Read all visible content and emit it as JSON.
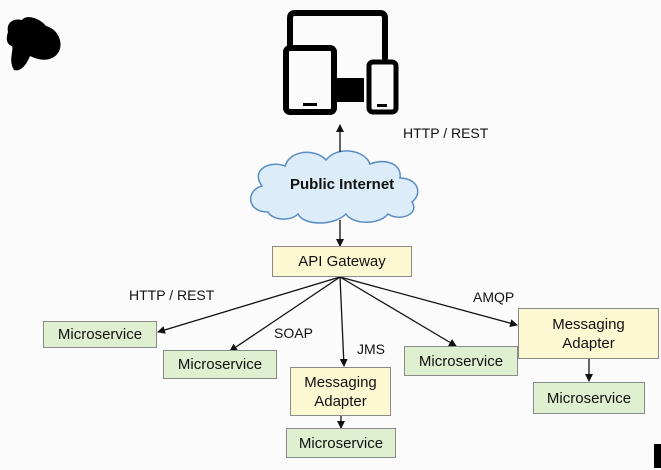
{
  "cloud": {
    "label": "Public Internet"
  },
  "gateway": {
    "label": "API Gateway"
  },
  "protocols": {
    "http_top": "HTTP / REST",
    "http_left": "HTTP / REST",
    "soap": "SOAP",
    "jms": "JMS",
    "amqp": "AMQP"
  },
  "nodes": {
    "ms1": "Microservice",
    "ms2": "Microservice",
    "adapter_mid": "Messaging\nAdapter",
    "ms_mid": "Microservice",
    "ms4": "Microservice",
    "adapter_right": "Messaging\nAdapter",
    "ms_right": "Microservice"
  },
  "icons": {
    "devices": "devices-icon",
    "logo": "logo-mark-icon"
  },
  "colors": {
    "gateway_fill": "#fbf8d2",
    "service_fill": "#def0d0",
    "cloud_fill": "#dcecf8",
    "cloud_stroke": "#5b8dc2"
  }
}
